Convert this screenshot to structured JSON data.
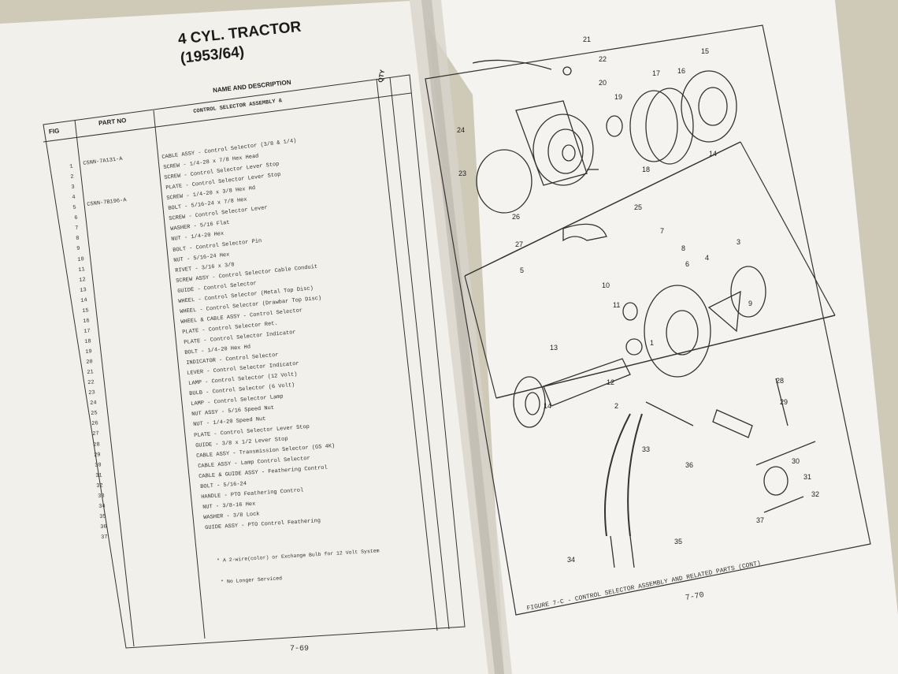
{
  "left_page": {
    "title_line1": "4 CYL. TRACTOR",
    "title_line2": "(1953/64)",
    "headers": {
      "fig": "FIG",
      "part_no": "PART NO",
      "name": "NAME AND DESCRIPTION",
      "qty": "QTY"
    },
    "section_heading": "CONTROL SELECTOR ASSEMBLY &",
    "rows": [
      {
        "num": "1",
        "part": "C5NN-7A131-A",
        "desc": "CABLE ASSY - Control Selector (3/8 & 1/4)"
      },
      {
        "num": "2",
        "part": "",
        "desc": "SCREW - 1/4-28 x 7/8 Hex Head"
      },
      {
        "num": "3",
        "part": "",
        "desc": "SCREW - Control Selector Lever Stop"
      },
      {
        "num": "4",
        "part": "",
        "desc": "PLATE - Control Selector Lever Stop"
      },
      {
        "num": "5",
        "part": "C5NN-7B196-A",
        "desc": "SCREW - 1/4-20 x 3/8 Hex Hd"
      },
      {
        "num": "6",
        "part": "",
        "desc": "BOLT - 5/16-24 x 7/8 Hex"
      },
      {
        "num": "7",
        "part": "",
        "desc": "SCREW - Control Selector Lever"
      },
      {
        "num": "8",
        "part": "",
        "desc": "WASHER - 5/16 Flat"
      },
      {
        "num": "9",
        "part": "",
        "desc": "NUT - 1/4-20 Hex"
      },
      {
        "num": "10",
        "part": "",
        "desc": "BOLT - Control Selector Pin"
      },
      {
        "num": "11",
        "part": "",
        "desc": "NUT - 5/16-24 Hex"
      },
      {
        "num": "12",
        "part": "",
        "desc": "RIVET - 3/16 x 3/8"
      },
      {
        "num": "13",
        "part": "",
        "desc": "SCREW ASSY - Control Selector Cable Conduit"
      },
      {
        "num": "14",
        "part": "",
        "desc": "GUIDE - Control Selector"
      },
      {
        "num": "15",
        "part": "",
        "desc": "WHEEL - Control Selector (Metal Top Disc)"
      },
      {
        "num": "16",
        "part": "",
        "desc": "WHEEL - Control Selector (Drawbar Top Disc)"
      },
      {
        "num": "17",
        "part": "",
        "desc": "WHEEL & CABLE ASSY - Control Selector"
      },
      {
        "num": "18",
        "part": "",
        "desc": "PLATE - Control Selector Ret."
      },
      {
        "num": "19",
        "part": "",
        "desc": "PLATE - Control Selector Indicator"
      },
      {
        "num": "20",
        "part": "",
        "desc": "BOLT - 1/4-20 Hex Hd"
      },
      {
        "num": "21",
        "part": "",
        "desc": "INDICATOR - Control Selector"
      },
      {
        "num": "22",
        "part": "",
        "desc": "LEVER - Control Selector Indicator"
      },
      {
        "num": "23",
        "part": "",
        "desc": "LAMP - Control Selector (12 Volt)"
      },
      {
        "num": "24",
        "part": "",
        "desc": "BULB - Control Selector (6 Volt)"
      },
      {
        "num": "25",
        "part": "",
        "desc": "LAMP - Control Selector Lamp"
      },
      {
        "num": "26",
        "part": "",
        "desc": "NUT ASSY - 5/16 Speed Nut"
      },
      {
        "num": "27",
        "part": "",
        "desc": "NUT - 1/4-20 Speed Nut"
      },
      {
        "num": "28",
        "part": "",
        "desc": "PLATE - Control Selector Lever Stop"
      },
      {
        "num": "29",
        "part": "",
        "desc": "GUIDE - 3/8 x 1/2 Lever Stop"
      },
      {
        "num": "30",
        "part": "",
        "desc": "CABLE ASSY - Transmission Selector (GS 4K)"
      },
      {
        "num": "31",
        "part": "",
        "desc": "CABLE ASSY - Lamp Control Selector"
      },
      {
        "num": "32",
        "part": "",
        "desc": "CABLE & GUIDE ASSY - Feathering Control"
      },
      {
        "num": "33",
        "part": "",
        "desc": "BOLT - 5/16-24"
      },
      {
        "num": "34",
        "part": "",
        "desc": "HANDLE - PTO Feathering Control"
      },
      {
        "num": "35",
        "part": "",
        "desc": "NUT - 3/8-16 Hex"
      },
      {
        "num": "36",
        "part": "",
        "desc": "WASHER - 3/8 Lock"
      },
      {
        "num": "37",
        "part": "",
        "desc": "GUIDE ASSY - PTO Control Feathering"
      }
    ],
    "footnote1": "* A 2-wire(color) or Exchange Bulb for 12 Volt System",
    "footnote2": "* No Longer Serviced",
    "page_number": "7-69"
  },
  "right_page": {
    "figure_caption": "FIGURE 7-C - CONTROL SELECTOR ASSEMBLY AND RELATED PARTS (CONT)",
    "page_number": "7-70",
    "callouts": [
      "21",
      "22",
      "20",
      "19",
      "17",
      "16",
      "15",
      "14",
      "18",
      "25",
      "24",
      "23",
      "26",
      "27",
      "5",
      "7",
      "8",
      "6",
      "4",
      "3",
      "10",
      "11",
      "9",
      "12",
      "13",
      "14",
      "2",
      "1",
      "28",
      "29",
      "30",
      "31",
      "32",
      "33",
      "34",
      "35",
      "36",
      "37"
    ]
  },
  "colors": {
    "paper": "#f4f2ed",
    "ink": "#222222",
    "background": "#cfc9b8"
  }
}
